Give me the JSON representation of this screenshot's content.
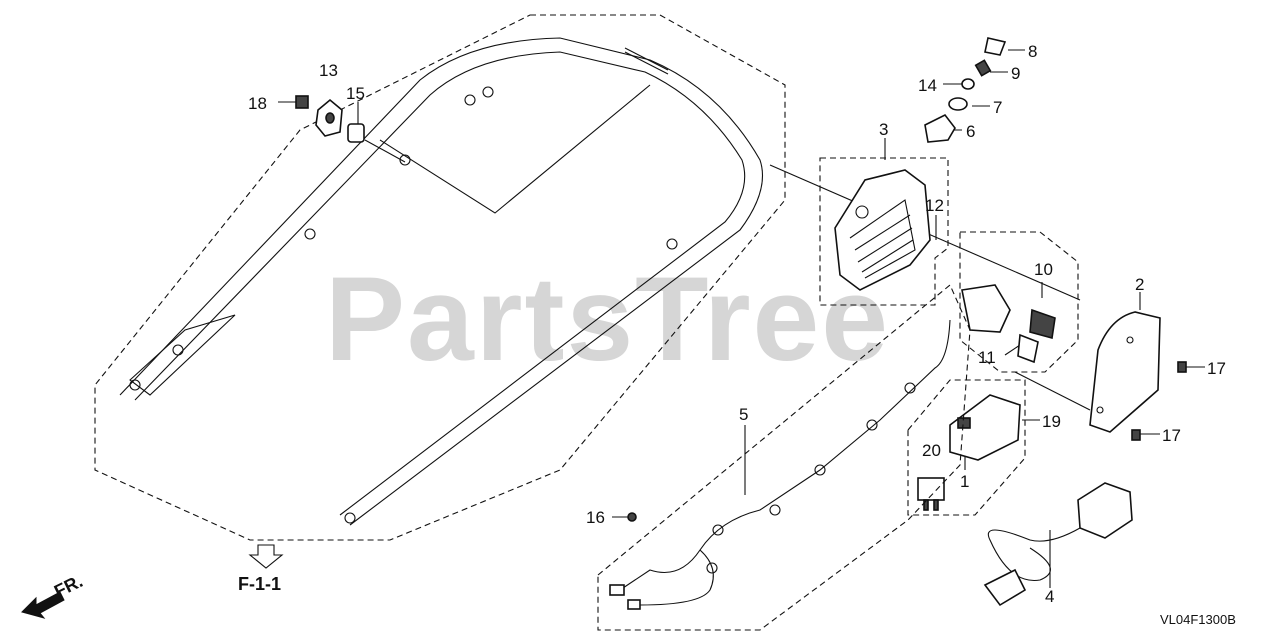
{
  "diagram": {
    "watermark": "PartsTree",
    "reference_label": "F-1-1",
    "direction_label": "FR.",
    "diagram_code": "VL04F1300B",
    "callouts": [
      {
        "id": "c1",
        "label": "1"
      },
      {
        "id": "c2",
        "label": "2"
      },
      {
        "id": "c3",
        "label": "3"
      },
      {
        "id": "c4",
        "label": "4"
      },
      {
        "id": "c5",
        "label": "5"
      },
      {
        "id": "c6",
        "label": "6"
      },
      {
        "id": "c7",
        "label": "7"
      },
      {
        "id": "c8",
        "label": "8"
      },
      {
        "id": "c9",
        "label": "9"
      },
      {
        "id": "c10",
        "label": "10"
      },
      {
        "id": "c11",
        "label": "11"
      },
      {
        "id": "c12",
        "label": "12"
      },
      {
        "id": "c13",
        "label": "13"
      },
      {
        "id": "c14",
        "label": "14"
      },
      {
        "id": "c15",
        "label": "15"
      },
      {
        "id": "c16",
        "label": "16"
      },
      {
        "id": "c17a",
        "label": "17"
      },
      {
        "id": "c17b",
        "label": "17"
      },
      {
        "id": "c18",
        "label": "18"
      },
      {
        "id": "c19",
        "label": "19"
      },
      {
        "id": "c20",
        "label": "20"
      }
    ]
  }
}
